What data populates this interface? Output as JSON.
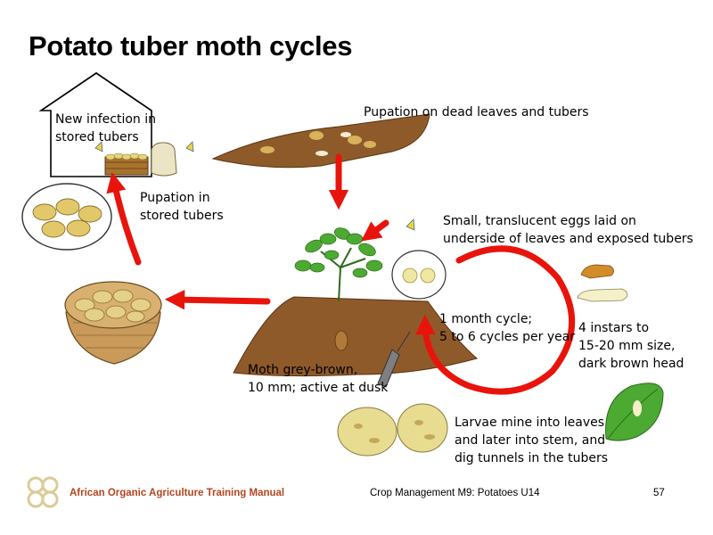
{
  "slide": {
    "title": "Potato tuber moth cycles"
  },
  "labels": {
    "new_infection": [
      "New infection in",
      "stored tubers"
    ],
    "pupation_dead_leaves": "Pupation on dead leaves and tubers",
    "pupation_stored": [
      "Pupation in",
      "stored tubers"
    ],
    "eggs": [
      "Small, translucent eggs laid on",
      "underside of leaves and exposed tubers"
    ],
    "cycle": [
      "1 month cycle;",
      "5 to 6 cycles per year"
    ],
    "instars": [
      "4 instars to",
      "15-20 mm size,",
      "dark brown head"
    ],
    "moth": [
      "Moth grey-brown,",
      "10 mm; active at dusk"
    ],
    "larvae": [
      "Larvae mine into leaves",
      "and later into stem, and",
      "dig tunnels in the tubers"
    ]
  },
  "footer": {
    "manual": "African Organic Agriculture Training Manual",
    "module": "Crop Management M9: Potatoes U14",
    "page": "57"
  },
  "colors": {
    "arrow": "#e8140c",
    "soil": "#8f5a2a",
    "leaf": "#4caa32",
    "footer_accent": "#b5451f",
    "logo": "#d9cc98"
  }
}
